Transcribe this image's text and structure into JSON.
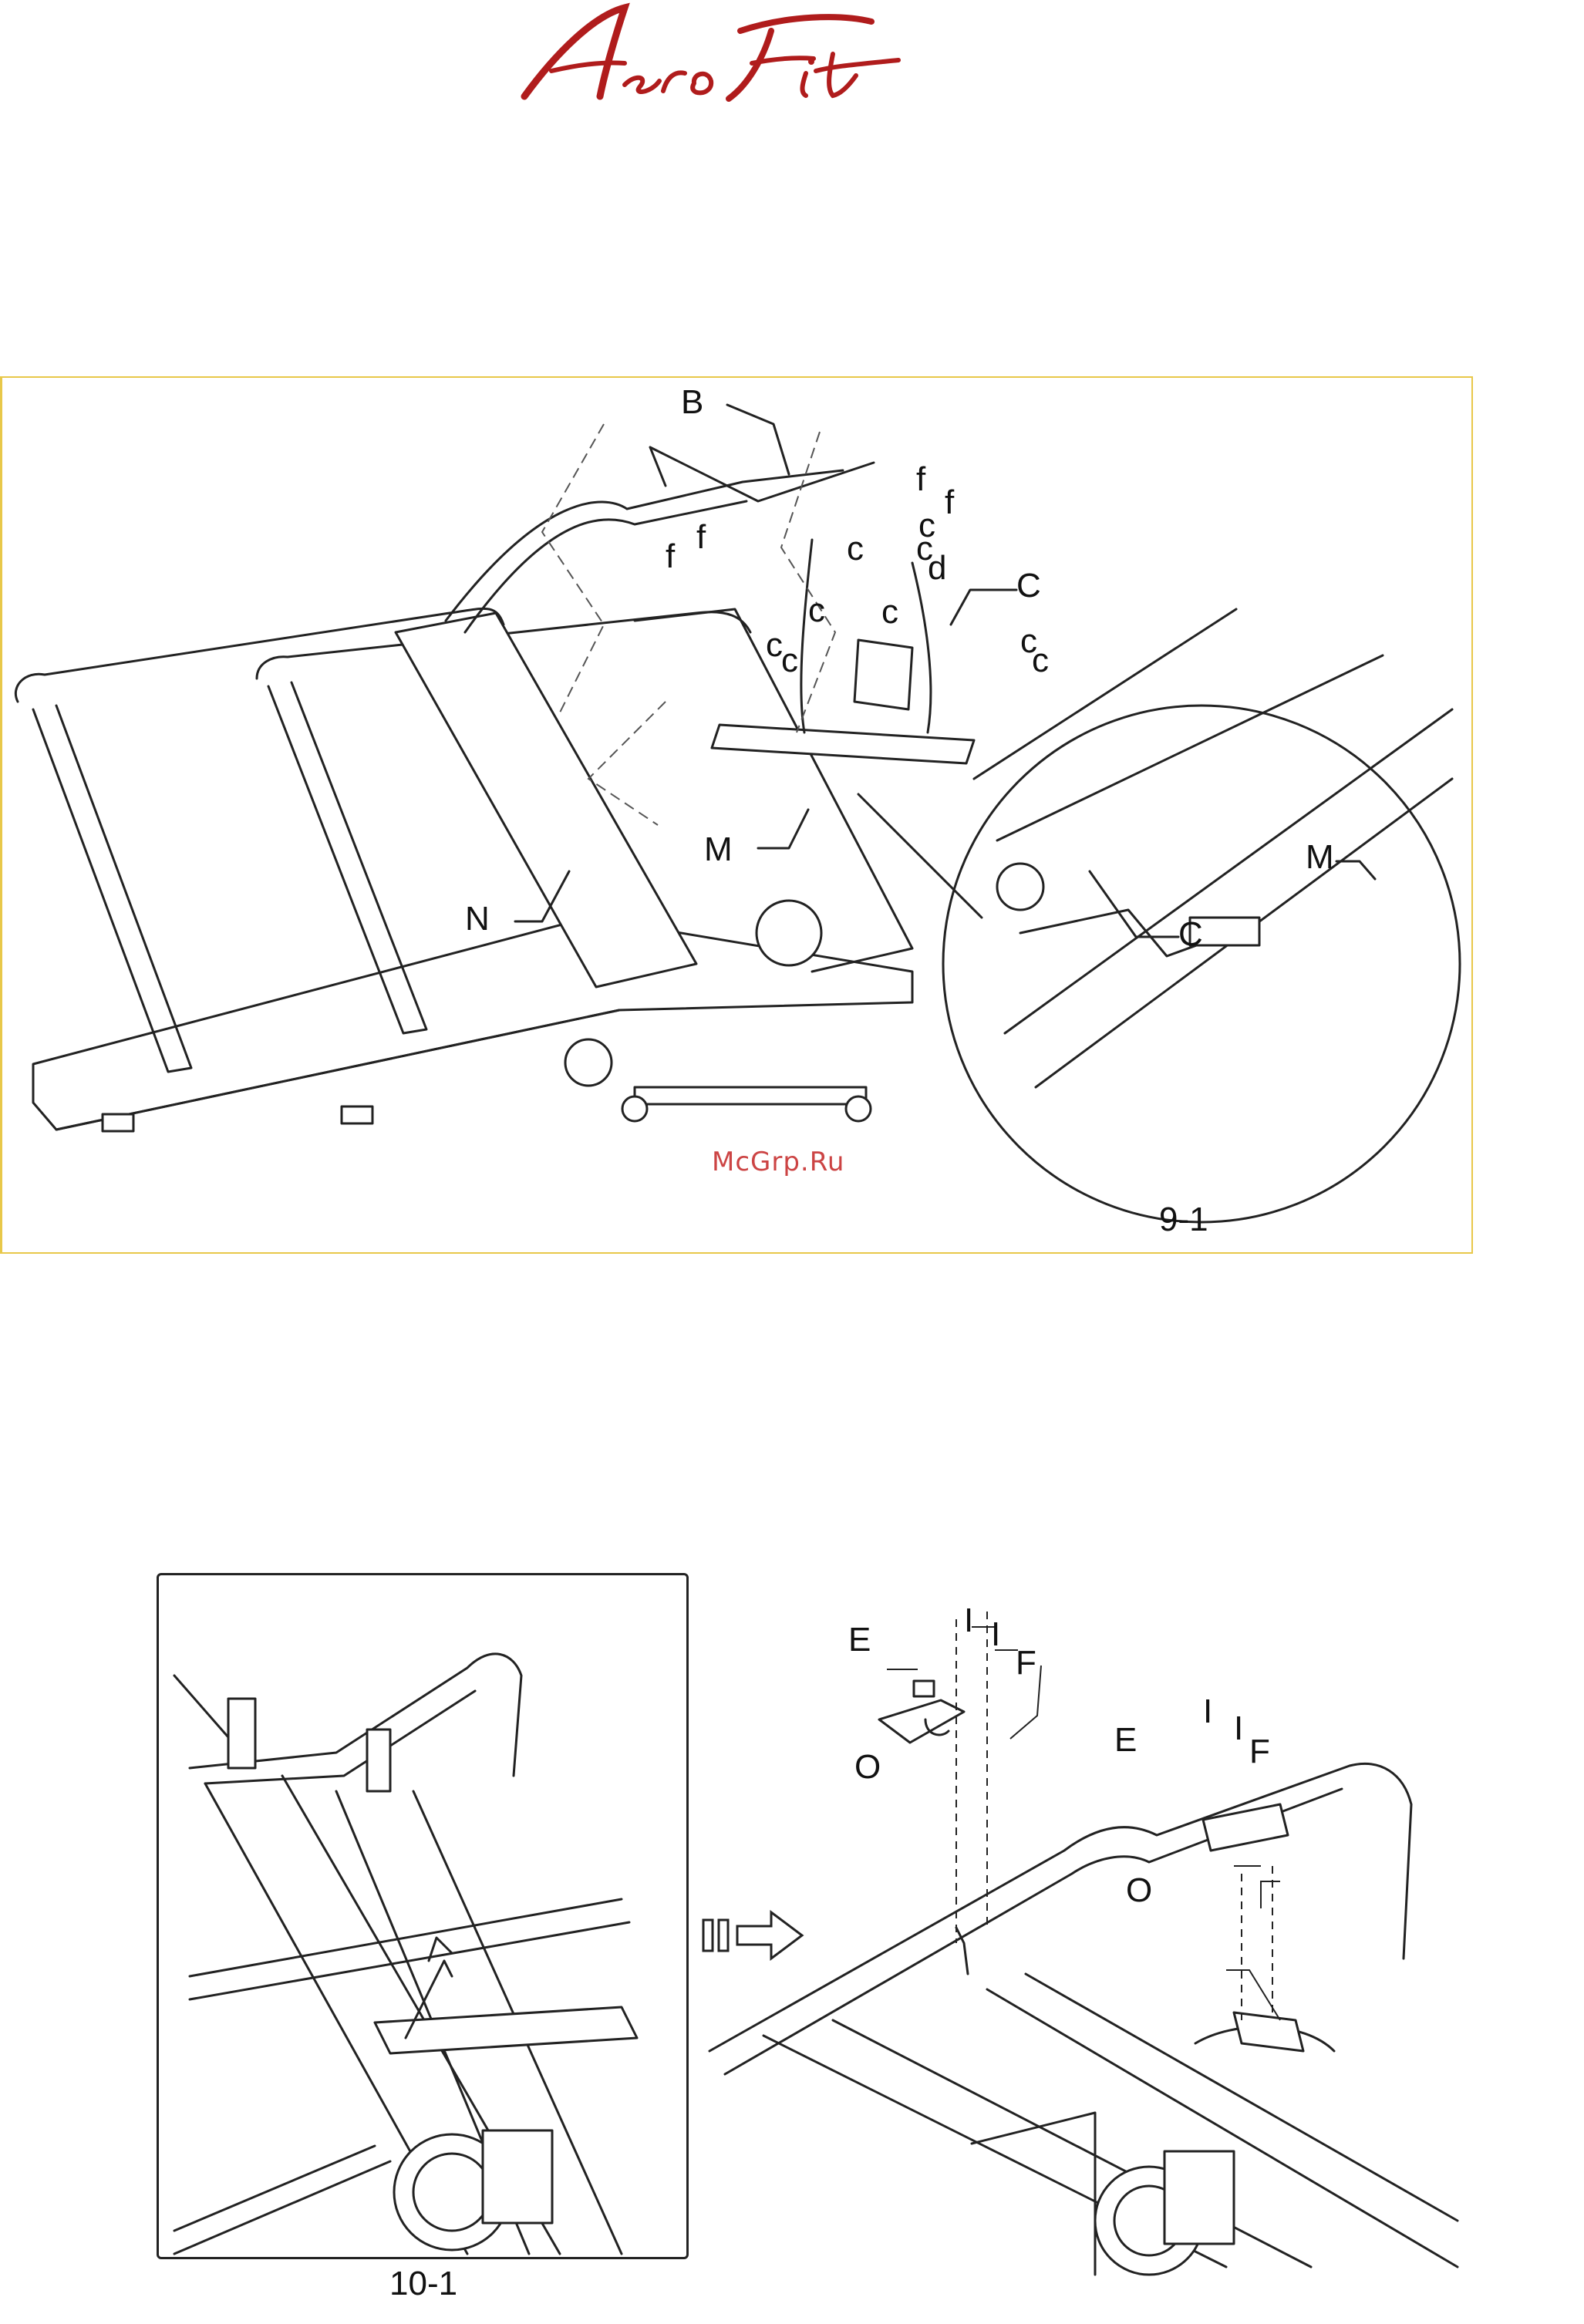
{
  "brand": {
    "logo_text": "AeroFit",
    "color": "#b01c1c"
  },
  "watermark": "McGrp.Ru",
  "figure_9_1": {
    "caption": "9-1",
    "labels": {
      "b": "B",
      "c_upright": "C",
      "c_detail": "C",
      "d": "d",
      "m_main": "M",
      "m_detail": "M",
      "n": "N",
      "c1": "c",
      "c2": "c",
      "c3": "c",
      "c4": "c",
      "c5": "c",
      "c6": "c",
      "c7": "c",
      "c8": "c",
      "c9": "c",
      "f1": "f",
      "f2": "f",
      "f3": "f",
      "f4": "f"
    }
  },
  "figure_10_1": {
    "caption": "10-1",
    "labels": {
      "e1": "E",
      "e2": "E",
      "f1": "F",
      "f2": "F",
      "o1": "O",
      "o2": "O",
      "i1": "I",
      "i2": "I",
      "i3": "I",
      "i4": "I"
    }
  },
  "colors": {
    "frame_border": "#e8c84a",
    "line": "#222222",
    "watermark": "#cc4444"
  }
}
